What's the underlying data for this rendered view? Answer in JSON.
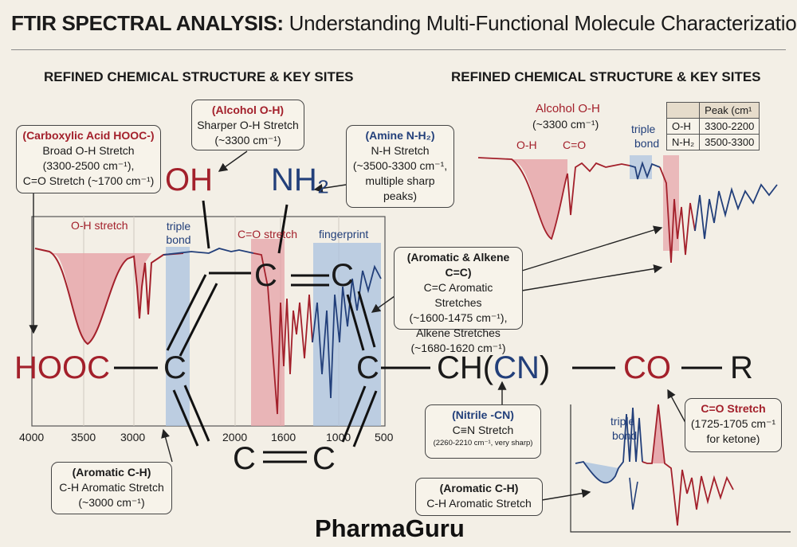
{
  "title": {
    "bold": "FTIR SPECTRAL ANALYSIS:",
    "rest": " Understanding Multi-Functional Molecule Characterization"
  },
  "sections": {
    "left": "REFINED CHEMICAL STRUCTURE & KEY SITES",
    "right": "REFINED CHEMICAL STRUCTURE & KEY SITES"
  },
  "callouts": {
    "carboxylic": {
      "head": "(Carboxylic Acid HOOC-)",
      "lines": [
        "Broad O-H Stretch",
        "(3300-2500 cm⁻¹),",
        "C=O Stretch (~1700 cm⁻¹)"
      ]
    },
    "alcohol": {
      "head": "(Alcohol O-H)",
      "lines": [
        "Sharper O-H Stretch",
        "(~3300 cm⁻¹)"
      ]
    },
    "amine": {
      "head": "(Amine N-H₂)",
      "lines": [
        "N-H Stretch",
        "(~3500-3300 cm⁻¹,",
        "multiple sharp",
        "peaks)"
      ]
    },
    "aromatic_alkene": {
      "head": "(Aromatic & Alkene C=C)",
      "lines": [
        "C=C Aromatic Stretches",
        "(~1600-1475 cm⁻¹),",
        "Alkene Stretches",
        "(~1680-1620 cm⁻¹)"
      ]
    },
    "nitrile": {
      "head": "(Nitrile -CN)",
      "lines": [
        "C≡N Stretch"
      ],
      "small": "(2260-2210 cm⁻¹, very sharp)"
    },
    "carbonyl": {
      "head": "C=O Stretch",
      "lines": [
        "(1725-1705 cm⁻¹",
        "for ketone)"
      ]
    },
    "aromatic_ch_left": {
      "head": "(Aromatic C-H)",
      "lines": [
        "C-H Aromatic Stretch",
        "(~3000 cm⁻¹)"
      ]
    },
    "aromatic_ch_right": {
      "head": "(Aromatic C-H)",
      "lines": [
        "C-H Aromatic Stretch"
      ]
    }
  },
  "structure": {
    "hooc": "HOOC",
    "c_left": "C",
    "c_top_left": "C",
    "c_top_right": "C",
    "c_right": "C",
    "c_bottom_left": "C",
    "c_bottom_right": "C",
    "oh": "OH",
    "nh2": "NH₂",
    "ch": "CH(",
    "cn": "CN",
    "close": ")",
    "co": "CO",
    "r": "R"
  },
  "main_spectrum": {
    "regions": [
      "O-H stretch",
      "triple bond",
      "C=O stretch",
      "fingerprint"
    ],
    "x_ticks": [
      "4000",
      "3500",
      "3000",
      "2000",
      "1600",
      "1000",
      "500"
    ]
  },
  "right_spectrum": {
    "labels": {
      "alcohol": "Alcohol O-H",
      "alcohol_range": "(~3300 cm⁻¹)",
      "oh": "O-H",
      "co": "C=O",
      "triple": "triple",
      "bond": "bond"
    },
    "table": {
      "header": [
        "",
        "Peak (cm¹"
      ],
      "rows": [
        [
          "O-H",
          "3300-2200"
        ],
        [
          "N-H₂",
          "3500-3300"
        ]
      ]
    }
  },
  "inset": {
    "triple": "triple",
    "bond": "bond"
  },
  "brand": "PharmaGuru",
  "colors": {
    "red": "#a3202b",
    "blue": "#223f7a",
    "red_band": "#e6a2a7",
    "blue_band": "#a9c2df"
  }
}
